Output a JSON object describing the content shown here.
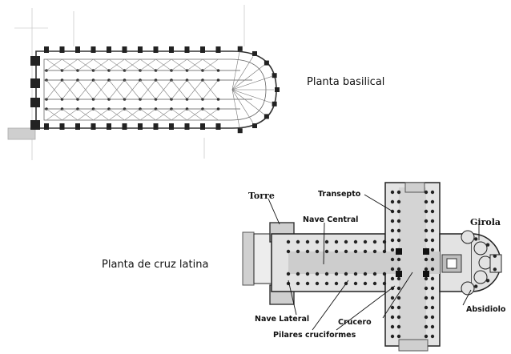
{
  "captions": {
    "basilical": "Planta basilical",
    "cruz_latina": "Planta de cruz latina"
  },
  "labels": {
    "torre": "Torre",
    "transepto": "Transepto",
    "nave_central": "Nave Central",
    "girola": "Girola",
    "nave_lateral": "Nave Lateral",
    "crucero": "Crucero",
    "absidiolo": "Absidiolo",
    "pilares": "Pilares cruciformes"
  }
}
